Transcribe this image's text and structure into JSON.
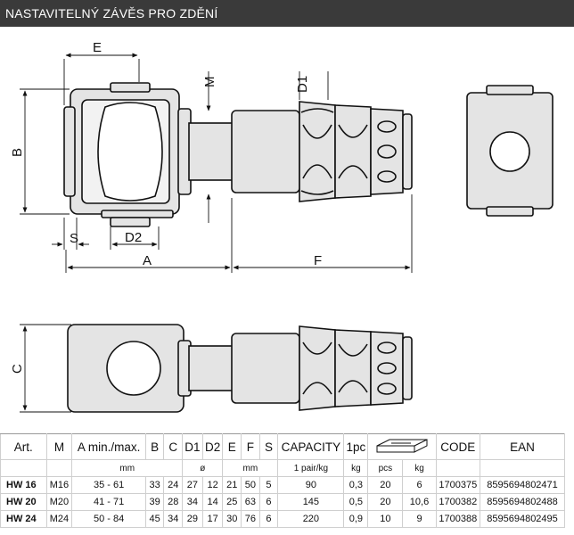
{
  "header": {
    "title": "NASTAVITELNÝ ZÁVĚS PRO ZDĚNÍ"
  },
  "dimension_labels": {
    "e": "E",
    "m": "M",
    "d1": "D1",
    "b": "B",
    "s": "S",
    "d2": "D2",
    "a": "A",
    "f": "F",
    "c": "C"
  },
  "table": {
    "headers": [
      "Art.",
      "M",
      "A min./max.",
      "B",
      "C",
      "D1",
      "D2",
      "E",
      "F",
      "S",
      "CAPACITY",
      "1pc",
      "",
      "CODE",
      "EAN"
    ],
    "units": {
      "mm_a": "mm",
      "diameter": "ø",
      "mm_e": "mm",
      "capacity": "1 pair/kg",
      "kg1": "kg",
      "pcs": "pcs",
      "kg2": "kg"
    },
    "rows": [
      [
        "HW 16",
        "M16",
        "35 - 61",
        "33",
        "24",
        "27",
        "12",
        "21",
        "50",
        "5",
        "90",
        "0,3",
        "20",
        "6",
        "1700375",
        "8595694802471"
      ],
      [
        "HW 20",
        "M20",
        "41 - 71",
        "39",
        "28",
        "34",
        "14",
        "25",
        "63",
        "6",
        "145",
        "0,5",
        "20",
        "10,6",
        "1700382",
        "8595694802488"
      ],
      [
        "HW 24",
        "M24",
        "50 - 84",
        "45",
        "34",
        "29",
        "17",
        "30",
        "76",
        "6",
        "220",
        "0,9",
        "10",
        "9",
        "1700388",
        "8595694802495"
      ]
    ]
  },
  "colors": {
    "header_bg": "#3a3a3a",
    "drawing_fill": "#e4e4e4",
    "line": "#111111"
  }
}
